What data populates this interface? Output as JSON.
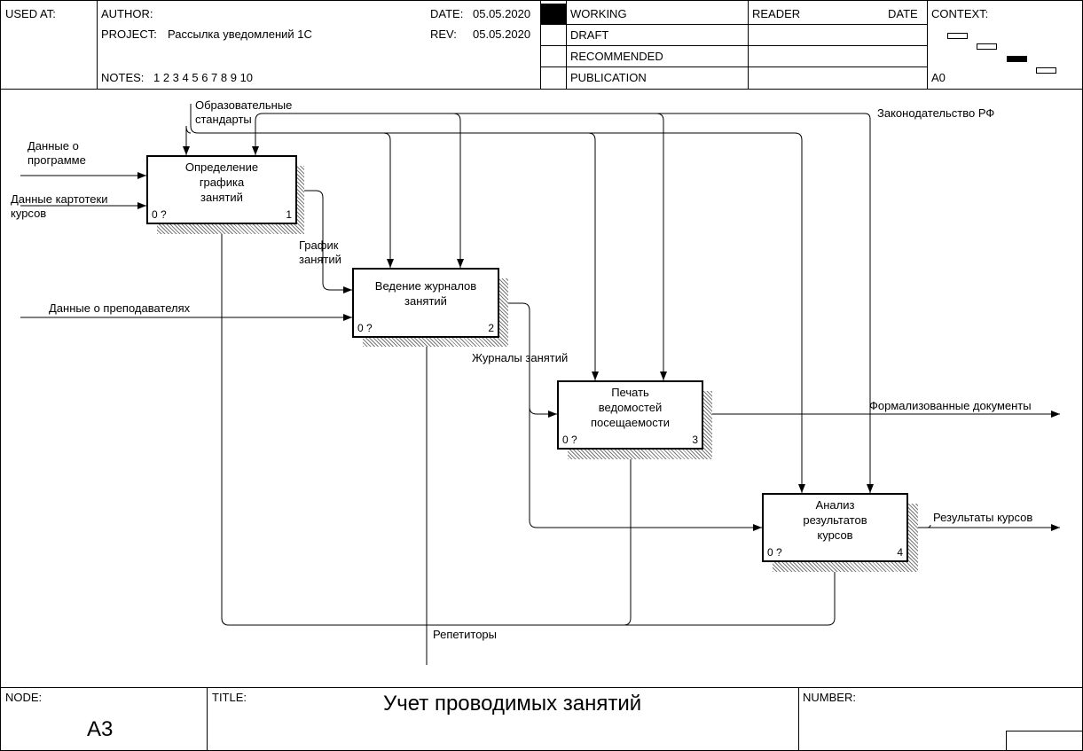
{
  "header": {
    "used_at_label": "USED AT:",
    "author_label": "AUTHOR:",
    "project_label": "PROJECT:",
    "project_value": "Рассылка уведомлений 1С",
    "notes_label": "NOTES:",
    "notes_value": "1  2  3  4  5  6  7  8  9  10",
    "date_label": "DATE:",
    "date_value": "05.05.2020",
    "rev_label": "REV:",
    "rev_value": "05.05.2020",
    "status": [
      {
        "label": "WORKING",
        "active": true
      },
      {
        "label": "DRAFT",
        "active": false
      },
      {
        "label": "RECOMMENDED",
        "active": false
      },
      {
        "label": "PUBLICATION",
        "active": false
      }
    ],
    "reader_label": "READER",
    "reader_date_label": "DATE",
    "context_label": "CONTEXT:",
    "context_node": "A0"
  },
  "activities": [
    {
      "name": "Определение графика занятий",
      "label": "Определение\nграфика\nзанятий",
      "cost": "0 ?",
      "number": "1"
    },
    {
      "name": "Ведение журналов занятий",
      "label": "Ведение журналов\nзанятий",
      "cost": "0 ?",
      "number": "2"
    },
    {
      "name": "Печать ведомостей посещаемости",
      "label": "Печать\nведомостей\nпосещаемости",
      "cost": "0 ?",
      "number": "3"
    },
    {
      "name": "Анализ результатов курсов",
      "label": "Анализ\nрезультатов\nкурсов",
      "cost": "0 ?",
      "number": "4"
    }
  ],
  "arrows": {
    "standards": "Образовательные\nстандарты",
    "law": "Законодательство РФ",
    "program_data": "Данные о\nпрограмме",
    "course_cards": "Данные картотеки\nкурсов",
    "teachers": "Данные о преподавателях",
    "schedule": "График\nзанятий",
    "journals": "Журналы занятий",
    "formal_docs": "Формализованные документы",
    "results": "Результаты курсов",
    "tutors": "Репетиторы"
  },
  "footer": {
    "node_label": "NODE:",
    "node_value": "A3",
    "title_label": "TITLE:",
    "title_value": "Учет проводимых занятий",
    "number_label": "NUMBER:"
  }
}
